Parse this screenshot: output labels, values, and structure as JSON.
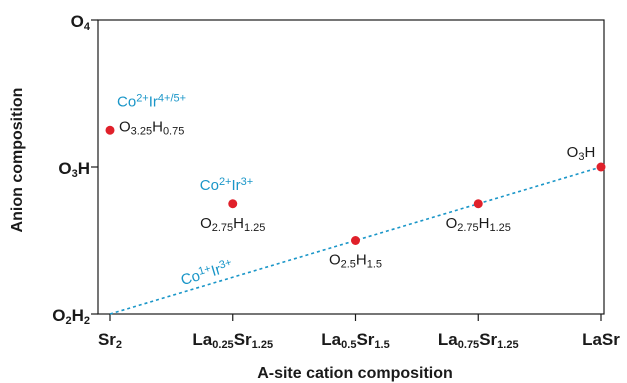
{
  "chart_data": {
    "type": "scatter",
    "xlabel": "A-site cation composition",
    "ylabel": "Anion composition",
    "x_ticks": [
      {
        "x": 0,
        "label": [
          {
            "t": "Sr"
          },
          {
            "t": "2",
            "s": "sub"
          }
        ]
      },
      {
        "x": 1,
        "label": [
          {
            "t": "La"
          },
          {
            "t": "0.25",
            "s": "sub"
          },
          {
            "t": "Sr"
          },
          {
            "t": "1.25",
            "s": "sub"
          }
        ]
      },
      {
        "x": 2,
        "label": [
          {
            "t": "La"
          },
          {
            "t": "0.5",
            "s": "sub"
          },
          {
            "t": "Sr"
          },
          {
            "t": "1.5",
            "s": "sub"
          }
        ]
      },
      {
        "x": 3,
        "label": [
          {
            "t": "La"
          },
          {
            "t": "0.75",
            "s": "sub"
          },
          {
            "t": "Sr"
          },
          {
            "t": "1.25",
            "s": "sub"
          }
        ]
      },
      {
        "x": 4,
        "label": [
          {
            "t": "LaSr"
          }
        ]
      }
    ],
    "y_ticks": [
      {
        "y": 0,
        "label": [
          {
            "t": "O"
          },
          {
            "t": "2",
            "s": "sub"
          },
          {
            "t": "H"
          },
          {
            "t": "2",
            "s": "sub"
          }
        ]
      },
      {
        "y": 1,
        "label": [
          {
            "t": "O"
          },
          {
            "t": "3",
            "s": "sub"
          },
          {
            "t": "H"
          }
        ]
      },
      {
        "y": 2,
        "label": [
          {
            "t": "O"
          },
          {
            "t": "4",
            "s": "sub"
          }
        ]
      }
    ],
    "xlim": [
      -0.05,
      4
    ],
    "ylim": [
      0,
      2
    ],
    "points": [
      {
        "x": 0,
        "y": 1.25,
        "label": [
          {
            "t": "O"
          },
          {
            "t": "3.25",
            "s": "sub"
          },
          {
            "t": "H"
          },
          {
            "t": "0.75",
            "s": "sub"
          }
        ],
        "label_pos": "right"
      },
      {
        "x": 1,
        "y": 0.75,
        "label": [
          {
            "t": "O"
          },
          {
            "t": "2.75",
            "s": "sub"
          },
          {
            "t": "H"
          },
          {
            "t": "1.25",
            "s": "sub"
          }
        ],
        "label_pos": "below"
      },
      {
        "x": 2,
        "y": 0.5,
        "label": [
          {
            "t": "O"
          },
          {
            "t": "2.5",
            "s": "sub"
          },
          {
            "t": "H"
          },
          {
            "t": "1.5",
            "s": "sub"
          }
        ],
        "label_pos": "below"
      },
      {
        "x": 3,
        "y": 0.75,
        "label": [
          {
            "t": "O"
          },
          {
            "t": "2.75",
            "s": "sub"
          },
          {
            "t": "H"
          },
          {
            "t": "1.25",
            "s": "sub"
          }
        ],
        "label_pos": "below"
      },
      {
        "x": 4,
        "y": 1.0,
        "label": [
          {
            "t": "O"
          },
          {
            "t": "3",
            "s": "sub"
          },
          {
            "t": "H"
          }
        ],
        "label_pos": "above"
      }
    ],
    "trend_line": {
      "from": [
        0,
        0
      ],
      "to": [
        4,
        1.0
      ],
      "style": "dotted"
    },
    "annotations": [
      {
        "text": [
          {
            "t": "Co"
          },
          {
            "t": "2+",
            "s": "sup"
          },
          {
            "t": "Ir"
          },
          {
            "t": "4+/5+",
            "s": "sup"
          }
        ],
        "near_point": 0,
        "pos": "above"
      },
      {
        "text": [
          {
            "t": "Co"
          },
          {
            "t": "2+",
            "s": "sup"
          },
          {
            "t": "Ir"
          },
          {
            "t": "3+",
            "s": "sup"
          }
        ],
        "near_point": 1,
        "pos": "above"
      },
      {
        "text": [
          {
            "t": "Co"
          },
          {
            "t": "1+",
            "s": "sup"
          },
          {
            "t": "Ir"
          },
          {
            "t": "3+",
            "s": "sup"
          }
        ],
        "on": "trend_line",
        "pos": "above"
      }
    ],
    "grid": false,
    "colors": {
      "point": "#e0202a",
      "trend_line": "#1a96c8",
      "annotation": "#1a96c8",
      "axis": "#1a1a1a"
    }
  }
}
